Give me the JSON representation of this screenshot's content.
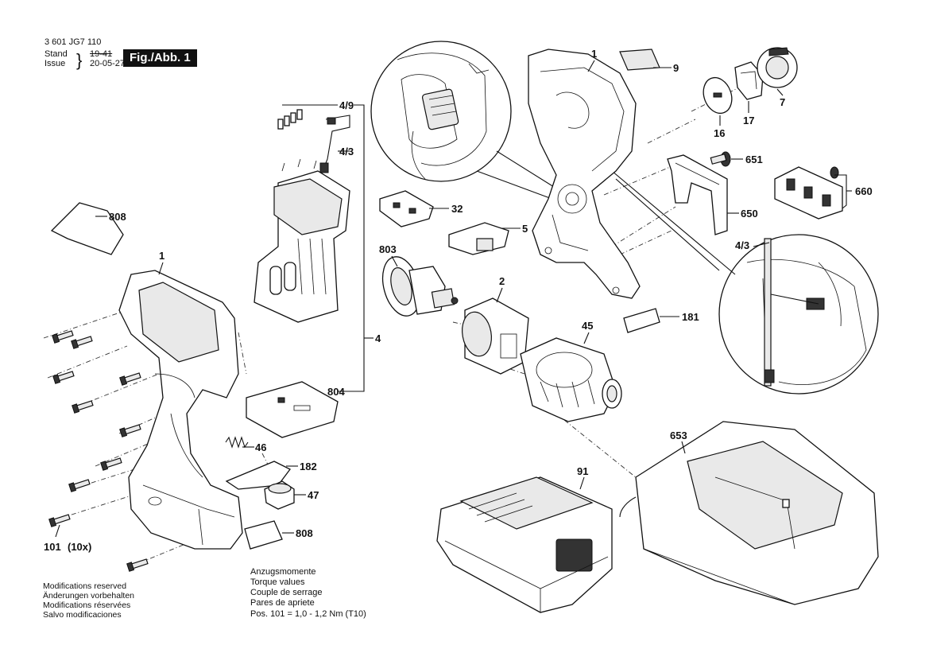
{
  "header": {
    "doc_number": "3 601 JG7 110",
    "stand_label": "Stand",
    "issue_label": "Issue",
    "stand_value": "19-41",
    "issue_value": "20-05-27",
    "figure_badge": "Fig./Abb. 1"
  },
  "callouts": {
    "c1_top": "1",
    "c9": "9",
    "c7": "7",
    "c16": "16",
    "c17": "17",
    "c651": "651",
    "c660": "660",
    "c650": "650",
    "c49": "4/9",
    "c43_top": "4/3",
    "c43_right": "4/3",
    "c808_top": "808",
    "c32": "32",
    "c5": "5",
    "c1_left": "1",
    "c803": "803",
    "c2": "2",
    "c181": "181",
    "c4": "4",
    "c45": "45",
    "c804": "804",
    "c46": "46",
    "c182": "182",
    "c47": "47",
    "c808_bottom": "808",
    "c101": "101",
    "c101_qty": "(10x)",
    "c91": "91",
    "c653": "653"
  },
  "notes": {
    "modifications": [
      "Modifications reserved",
      "Änderungen vorbehalten",
      "Modifications réservées",
      "Salvo modificaciones"
    ],
    "torque": [
      "Anzugsmomente",
      "Torque values",
      "Couple de serrage",
      "Pares de apriete",
      "Pos. 101  =  1,0 - 1,2 Nm (T10)"
    ]
  },
  "icons": {
    "badge_bg": "#111111"
  }
}
